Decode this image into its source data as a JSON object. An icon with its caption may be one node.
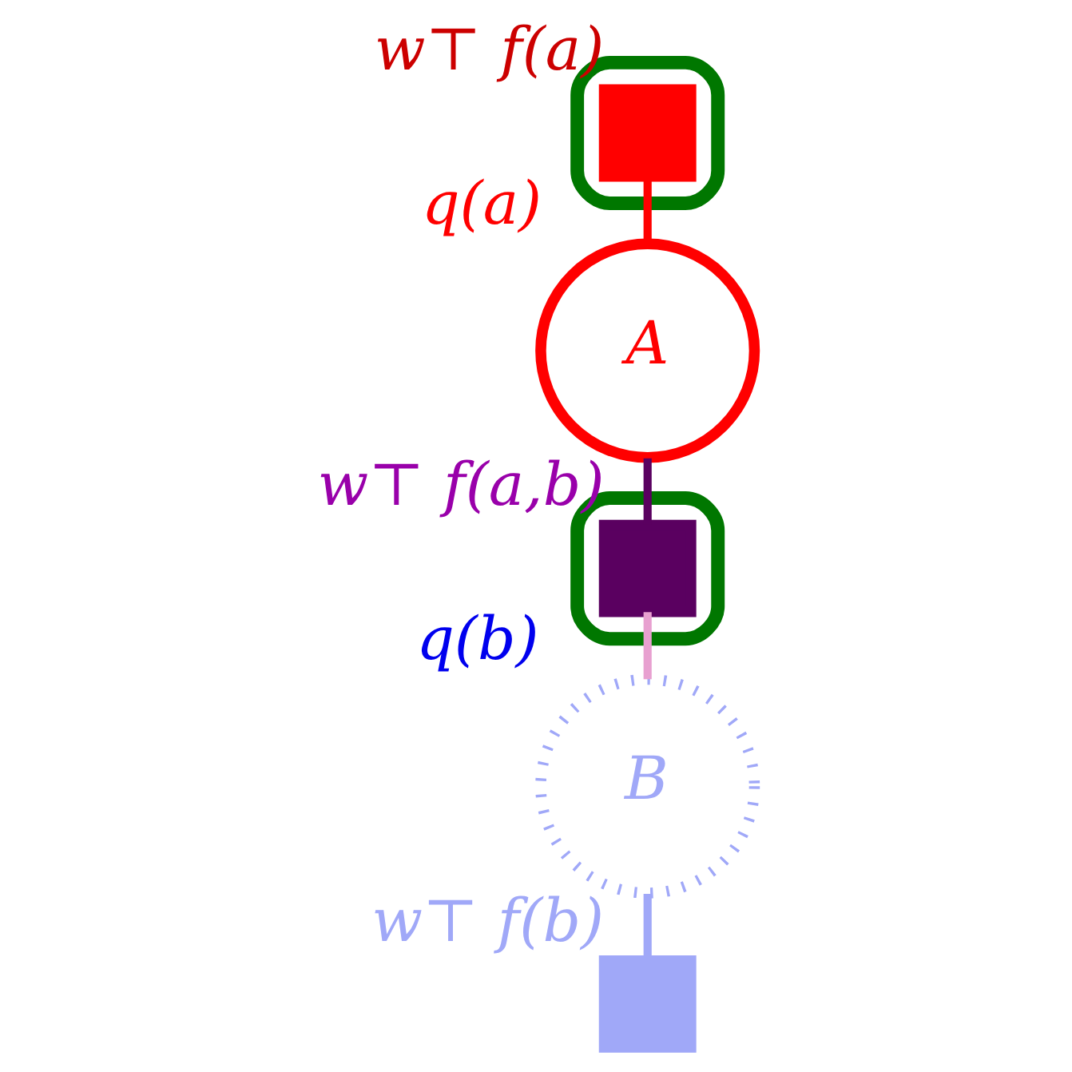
{
  "diagram": {
    "nodes": [
      {
        "text": [],
        "shape": "box"
      },
      {
        "text": [],
        "shape": "box",
        "in": 0,
        "beside": [
          "w⊤ f(a)"
        ]
      },
      {
        "text": [
          "A"
        ],
        "beside": [
          "q(a)"
        ]
      },
      {
        "text": [],
        "shape": "box"
      },
      {
        "text": [],
        "shape": "box",
        "in": 3,
        "beside": [
          "w⊤ f(a,b)"
        ]
      },
      {
        "text": [
          "B"
        ],
        "beside": [
          "q(b)"
        ]
      },
      {
        "text": [],
        "shape": "box",
        "beside": [
          "w⊤ f(b)"
        ]
      }
    ],
    "edges": [
      {
        "from": 1,
        "to": 2,
        "arrow": "none",
        "color": "#ff0000"
      },
      {
        "from": 2,
        "to": 4,
        "arrow": "none",
        "color": "#5a0060"
      },
      {
        "from": 4,
        "to": 5,
        "arrow": "none",
        "color": "#e8a0d0"
      },
      {
        "from": 5,
        "to": 6,
        "arrow": "none",
        "color": "#a0a8f8"
      }
    ]
  }
}
